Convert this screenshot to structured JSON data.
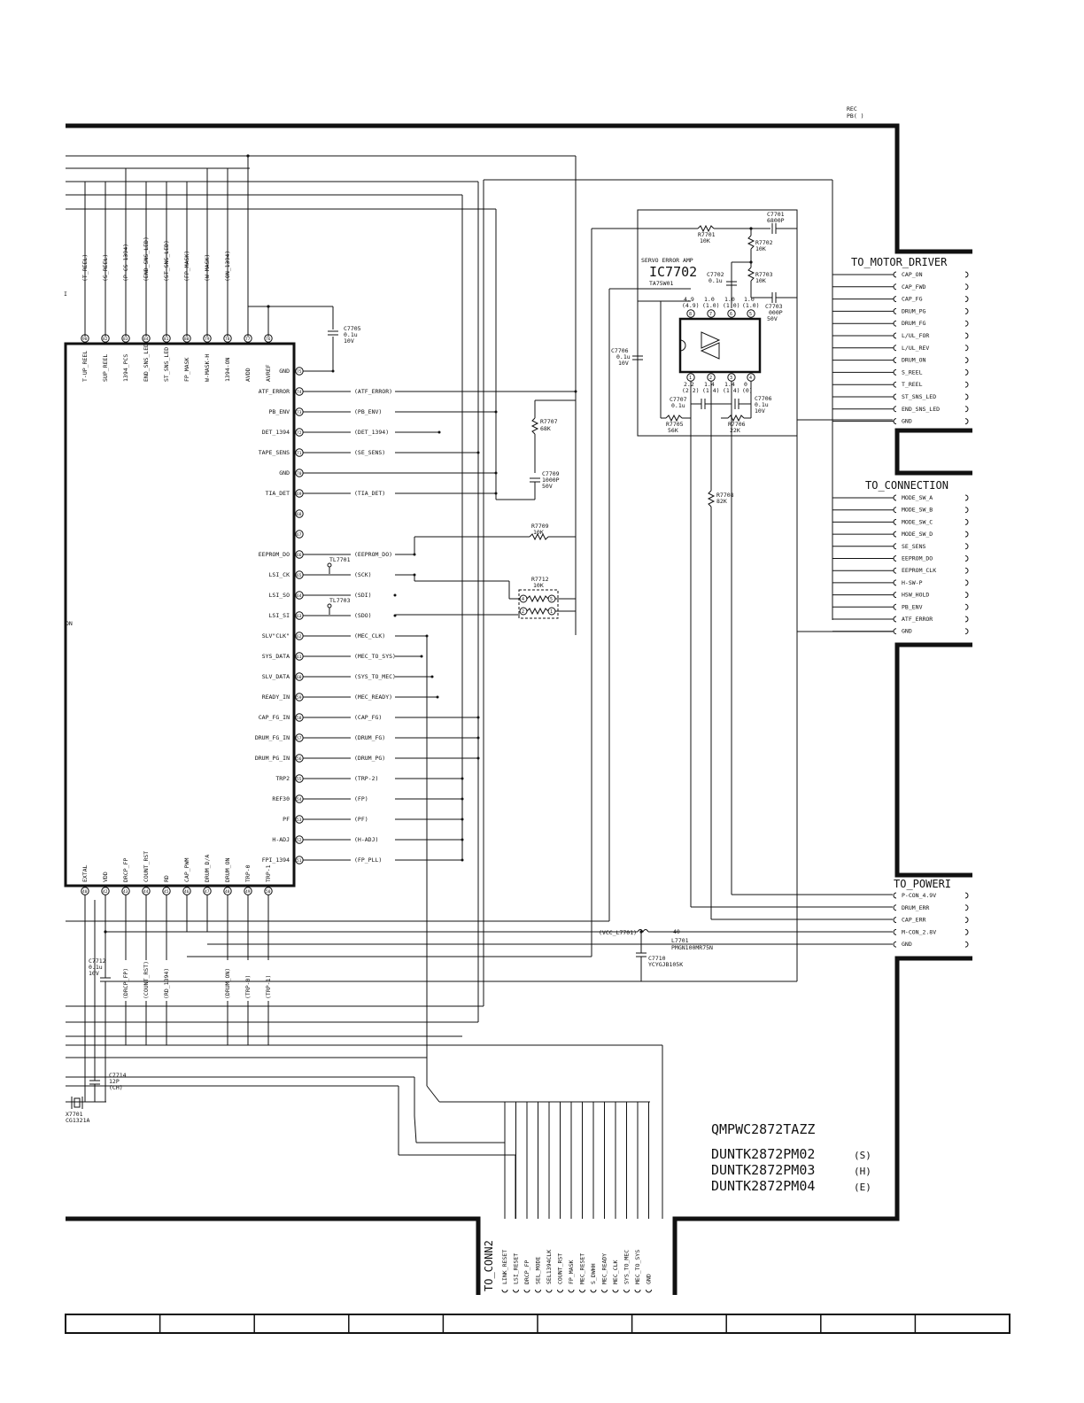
{
  "header": {
    "rec_label": "REC",
    "pb_label": "PB( )"
  },
  "ic_left": {
    "top_pins": [
      {
        "num": "90",
        "name": "T-UP_REEL",
        "net": "(T_REEL)"
      },
      {
        "num": "82",
        "name": "SUP_REEL",
        "net": "(S_REEL)"
      },
      {
        "num": "83",
        "name": "1394_PCS",
        "net": "(P-CS-1394)"
      },
      {
        "num": "84",
        "name": "END_SNS_LED",
        "net": "(END_SNS_LED)"
      },
      {
        "num": "81",
        "name": "ST_SNS_LED",
        "net": "(ST_SNS_LED)"
      },
      {
        "num": "80",
        "name": "FP_MASK",
        "net": "(FP_MASK)"
      },
      {
        "num": "79",
        "name": "W-MASK-H",
        "net": "(W-MASK)"
      },
      {
        "num": "78",
        "name": "1394-ON",
        "net": "(ON_1394)"
      },
      {
        "num": "77",
        "name": "AVDD",
        "net": ""
      },
      {
        "num": "76",
        "name": "AVREF",
        "net": ""
      }
    ],
    "right_pins": [
      {
        "num": "75",
        "name": "GND",
        "net": ""
      },
      {
        "num": "74",
        "name": "ATF_ERROR",
        "net": "(ATF_ERROR)"
      },
      {
        "num": "73",
        "name": "PB_ENV",
        "net": "(PB_ENV)"
      },
      {
        "num": "72",
        "name": "DET_1394",
        "net": "(DET_1394)"
      },
      {
        "num": "71",
        "name": "TAPE_SENS",
        "net": "(SE_SENS)"
      },
      {
        "num": "70",
        "name": "GND",
        "net": ""
      },
      {
        "num": "69",
        "name": "TIA_DET",
        "net": "(TIA_DET)"
      },
      {
        "num": "68",
        "name": "",
        "net": ""
      },
      {
        "num": "67",
        "name": "",
        "net": ""
      },
      {
        "num": "66",
        "name": "EEPROM_DO",
        "net": "(EEPROM_DO)"
      },
      {
        "num": "65",
        "name": "LSI_CK",
        "net": "(SCK)"
      },
      {
        "num": "64",
        "name": "LSI_SO",
        "net": "(SDI)"
      },
      {
        "num": "63",
        "name": "LSI_SI",
        "net": "(SDO)"
      },
      {
        "num": "62",
        "name": "SLV\"CLK\"",
        "net": "(MEC_CLK)"
      },
      {
        "num": "61",
        "name": "SYS_DATA",
        "net": "(MEC_TO_SYS)"
      },
      {
        "num": "60",
        "name": "SLV_DATA",
        "net": "(SYS_TO_MEC)"
      },
      {
        "num": "59",
        "name": "READY_IN",
        "net": "(MEC_READY)"
      },
      {
        "num": "58",
        "name": "CAP_FG_IN",
        "net": "(CAP_FG)"
      },
      {
        "num": "57",
        "name": "DRUM_FG_IN",
        "net": "(DRUM_FG)"
      },
      {
        "num": "56",
        "name": "DRUM_PG_IN",
        "net": "(DRUM_PG)"
      },
      {
        "num": "55",
        "name": "TRP2",
        "net": "(TRP-2)"
      },
      {
        "num": "54",
        "name": "REF30",
        "net": "(FP)"
      },
      {
        "num": "53",
        "name": "PF",
        "net": "(PF)"
      },
      {
        "num": "52",
        "name": "H-ADJ",
        "net": "(H-ADJ)"
      },
      {
        "num": "51",
        "name": "FPI_1394",
        "net": "(FP_PLL)"
      }
    ],
    "bottom_pins": [
      {
        "num": "40",
        "name": "EXTAL",
        "net": ""
      },
      {
        "num": "42",
        "name": "VDD",
        "net": ""
      },
      {
        "num": "43",
        "name": "DRCP_FP",
        "net": "(DRCP_FP)"
      },
      {
        "num": "44",
        "name": "COUNT_RST",
        "net": "(COUNT_RST)"
      },
      {
        "num": "45",
        "name": "RD",
        "net": "(RD_1394)"
      },
      {
        "num": "46",
        "name": "CAP_PWM",
        "net": ""
      },
      {
        "num": "47",
        "name": "DRUM_D/A",
        "net": ""
      },
      {
        "num": "48",
        "name": "DRUM_ON",
        "net": "(DRUM_ON)"
      },
      {
        "num": "49",
        "name": "TRP-0",
        "net": "(TRP-0)"
      },
      {
        "num": "50",
        "name": "TRP-1",
        "net": "(TRP-1)"
      }
    ],
    "left_edge_label": "ON",
    "left_edge_mark": "I"
  },
  "components": {
    "c7705": {
      "ref": "C7705",
      "val1": "0.1u",
      "val2": "10V"
    },
    "r7707": {
      "ref": "R7707",
      "val": "68K"
    },
    "c7709": {
      "ref": "C7709",
      "val1": "1000P",
      "val2": "50V"
    },
    "r7709": {
      "ref": "R7709",
      "val": "10K"
    },
    "r7712": {
      "ref": "R7712",
      "val": "10K"
    },
    "tl7701": "TL7701",
    "tl7703": "TL7703",
    "r7708": {
      "ref": "R7708",
      "val": "82K"
    },
    "c7712": {
      "ref": "C7712",
      "val1": "0.1u",
      "val2": "10V"
    },
    "c7714": {
      "ref": "C7714",
      "val1": "12P",
      "val2": "(CH)"
    },
    "x7701": {
      "ref": "X7701",
      "val": "CG1321A"
    },
    "l7701": {
      "ref": "L7701",
      "val": "PMGN100MR75N",
      "mark": "40"
    },
    "c7710": {
      "ref": "C7710",
      "val": "YCYGJB105K"
    },
    "vcc_net": "(VCC_L7701)"
  },
  "servo": {
    "title": "SERVO ERROR AMP",
    "ic_ref": "IC7702",
    "ic_part": "TA75W01",
    "r7701": {
      "ref": "R7701",
      "val": "10K"
    },
    "r7702": {
      "ref": "R7702",
      "val": "10K"
    },
    "r7703": {
      "ref": "R7703",
      "val": "10K"
    },
    "c7701": {
      "ref": "C7701",
      "val": "6800P"
    },
    "c7702": {
      "ref": "C7702",
      "val": "0.1u"
    },
    "c7703": {
      "ref": "C7703",
      "val1": "000P",
      "val2": "50V"
    },
    "c7705b": {
      "ref": "C7706",
      "val1": "0.1u",
      "val2": "10V"
    },
    "c7706": {
      "ref": "C7706",
      "val1": "0.1u",
      "val2": "10V"
    },
    "c7707": {
      "ref": "C7707",
      "val": "0.1u"
    },
    "r7705": {
      "ref": "R7705",
      "val": "56K"
    },
    "r7706": {
      "ref": "R7706",
      "val": "22K"
    },
    "top_pins": [
      {
        "num": "8",
        "v1": "4.9",
        "v2": "(4.9)"
      },
      {
        "num": "7",
        "v1": "1.0",
        "v2": "(1.0)"
      },
      {
        "num": "6",
        "v1": "1.0",
        "v2": "(1.0)"
      },
      {
        "num": "5",
        "v1": "1.0",
        "v2": "(1.0)"
      }
    ],
    "bottom_pins": [
      {
        "num": "1",
        "v1": "2.2",
        "v2": "(2.2)"
      },
      {
        "num": "2",
        "v1": "1.4",
        "v2": "(1.4)"
      },
      {
        "num": "3",
        "v1": "1.4",
        "v2": "(1.4)"
      },
      {
        "num": "4",
        "v1": "0",
        "v2": "(0)"
      }
    ]
  },
  "motor_driver": {
    "title": "TO_MOTOR_DRIVER",
    "pins": [
      "CAP_ON",
      "CAP_FWD",
      "CAP_FG",
      "DRUM_PG",
      "DRUM_FG",
      "L/UL_FOR",
      "L/UL_REV",
      "DRUM_ON",
      "S_REEL",
      "T_REEL",
      "ST_SNS_LED",
      "END_SNS_LED",
      "GND"
    ]
  },
  "connection": {
    "title": "TO_CONNECTION",
    "pins": [
      "MODE_SW_A",
      "MODE_SW_B",
      "MODE_SW_C",
      "MODE_SW_D",
      "SE_SENS",
      "EEPROM_DO",
      "EEPROM_CLK",
      "H-SW-P",
      "HSW_HOLD",
      "PB_ENV",
      "ATF_ERROR",
      "GND"
    ]
  },
  "power": {
    "title": "TO_POWERI",
    "pins": [
      "P-CON_4.9V",
      "DRUM_ERR",
      "CAP_ERR",
      "M-CON_2.8V",
      "GND"
    ]
  },
  "conn2": {
    "title": "TO_CONN2",
    "pins": [
      "LINK_RESET",
      "LSI_RESET",
      "DRCP_FP",
      "SEL_MODE",
      "SEL1394CLK",
      "COUNT_RST",
      "FP_MASK",
      "MEC_RESET",
      "S_DWHH",
      "MEC_READY",
      "MEC_CLK",
      "SYS_TO_MEC",
      "MEC_TO_SYS",
      "GND"
    ]
  },
  "part_numbers": {
    "pwb": "QMPWC2872TAZZ",
    "units": [
      {
        "code": "DUNTK2872PM02",
        "suffix": "(S)"
      },
      {
        "code": "DUNTK2872PM03",
        "suffix": "(H)"
      },
      {
        "code": "DUNTK2872PM04",
        "suffix": "(E)"
      }
    ]
  },
  "footer": {
    "cells": 10
  }
}
